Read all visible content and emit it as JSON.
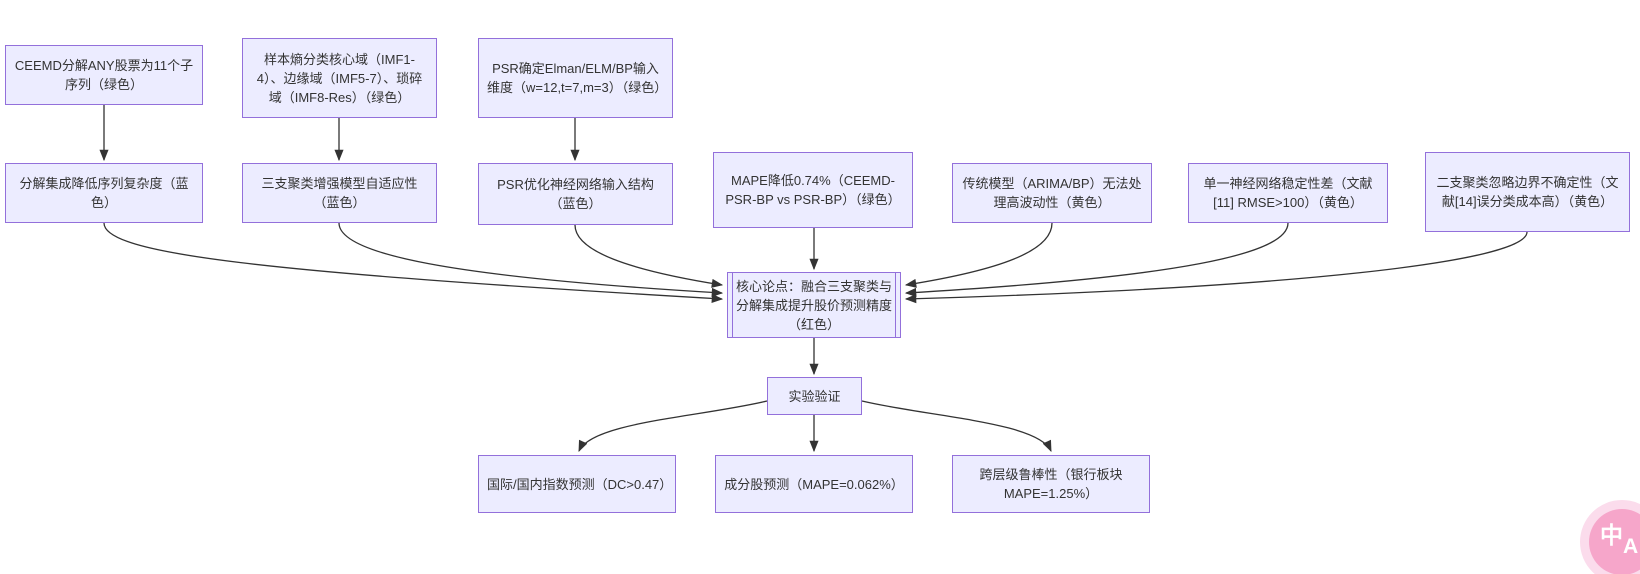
{
  "diagram": {
    "type": "flowchart",
    "background_color": "#ffffff",
    "node_fill_color": "#ECECFF",
    "node_border_color": "#9370DB",
    "edge_color": "#333333",
    "nodes": {
      "top1": {
        "label": "CEEMD分解ANY股票为11个子序列（绿色）"
      },
      "top2": {
        "label": "样本熵分类核心域（IMF1-4）、边缘域（IMF5-7）、琐碎域（IMF8-Res）（绿色）"
      },
      "top3": {
        "label": "PSR确定Elman/ELM/BP输入维度（w=12,t=7,m=3）（绿色）"
      },
      "mid1": {
        "label": "分解集成降低序列复杂度（蓝色）"
      },
      "mid2": {
        "label": "三支聚类增强模型自适应性（蓝色）"
      },
      "mid3": {
        "label": "PSR优化神经网络输入结构（蓝色）"
      },
      "mid4": {
        "label": "MAPE降低0.74%（CEEMD-PSR-BP vs PSR-BP）（绿色）"
      },
      "mid5": {
        "label": "传统模型（ARIMA/BP）无法处理高波动性（黄色）"
      },
      "mid6": {
        "label": "单一神经网络稳定性差（文献[11] RMSE>100）（黄色）"
      },
      "mid7": {
        "label": "二支聚类忽略边界不确定性（文献[14]误分类成本高）（黄色）"
      },
      "core": {
        "label": "核心论点：融合三支聚类与分解集成提升股价预测精度（红色）"
      },
      "verify": {
        "label": "实验验证"
      },
      "b1": {
        "label": "国际/国内指数预测（DC>0.47）"
      },
      "b2": {
        "label": "成分股预测（MAPE=0.062%）"
      },
      "b3": {
        "label": "跨层级鲁棒性（银行板块MAPE=1.25%）"
      }
    },
    "edges": [
      {
        "from": "top1",
        "to": "mid1"
      },
      {
        "from": "top2",
        "to": "mid2"
      },
      {
        "from": "top3",
        "to": "mid3"
      },
      {
        "from": "mid1",
        "to": "core"
      },
      {
        "from": "mid2",
        "to": "core"
      },
      {
        "from": "mid3",
        "to": "core"
      },
      {
        "from": "mid4",
        "to": "core"
      },
      {
        "from": "mid5",
        "to": "core"
      },
      {
        "from": "mid6",
        "to": "core"
      },
      {
        "from": "mid7",
        "to": "core"
      },
      {
        "from": "core",
        "to": "verify"
      },
      {
        "from": "verify",
        "to": "b1"
      },
      {
        "from": "verify",
        "to": "b2"
      },
      {
        "from": "verify",
        "to": "b3"
      }
    ]
  },
  "translate_badge": {
    "primary_glyph": "中",
    "secondary_glyph": "A",
    "color": "#f6a6ca"
  }
}
